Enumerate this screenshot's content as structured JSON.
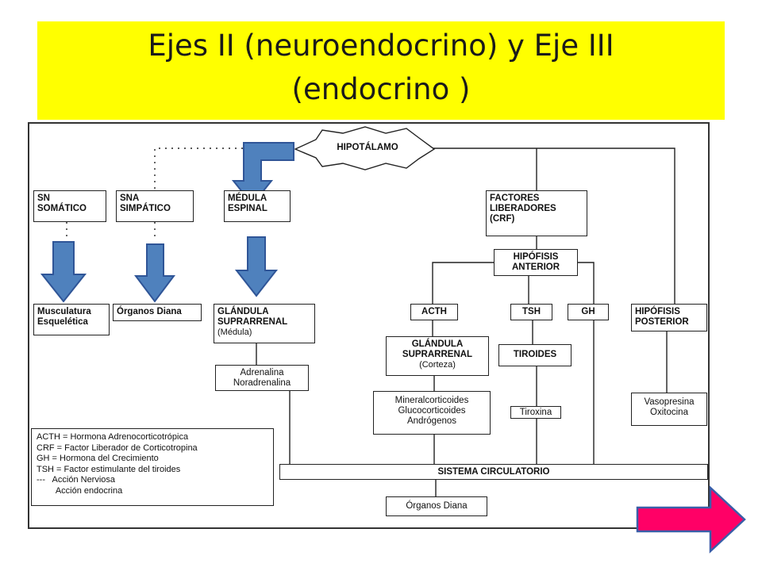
{
  "title": {
    "line1": "Ejes II (neuroendocrino) y Eje III",
    "line2": "(endocrino )"
  },
  "diagram": {
    "hipotalamo": "HIPOTÁLAMO",
    "sn_somatico": [
      "SN",
      "SOMÁTICO"
    ],
    "sna_simpatico": [
      "SNA",
      "SIMPÁTICO"
    ],
    "medula_espinal": [
      "MÉDULA",
      "ESPINAL"
    ],
    "factores_liberadores": [
      "FACTORES",
      "LIBERADORES",
      "(CRF)"
    ],
    "hipofisis_anterior": [
      "HIPÓFISIS",
      "ANTERIOR"
    ],
    "musculatura": [
      "Musculatura",
      "Esquelética"
    ],
    "organos_diana_top": "Órganos Diana",
    "glandula_medula": [
      "GLÁNDULA",
      "SUPRARRENAL",
      "(Médula)"
    ],
    "acth": "ACTH",
    "tsh": "TSH",
    "gh": "GH",
    "hipofisis_posterior": [
      "HIPÓFISIS",
      "POSTERIOR"
    ],
    "adrenalina": [
      "Adrenalina",
      "Noradrenalina"
    ],
    "glandula_corteza": [
      "GLÁNDULA",
      "SUPRARRENAL",
      "(Corteza)"
    ],
    "tiroides": "TIROIDES",
    "hormonas_corteza": [
      "Mineralcorticoides",
      "Glucocorticoides",
      "Andrógenos"
    ],
    "tiroxina": "Tiroxina",
    "vasopresina": [
      "Vasopresina",
      "Oxitocina"
    ],
    "sistema_circulatorio": "SISTEMA CIRCULATORIO",
    "organos_diana_bottom": "Órganos Diana"
  },
  "legend": [
    "ACTH = Hormona Adrenocorticotrópica",
    "CRF = Factor Liberador de Corticotropina",
    "GH = Hormona del Crecimiento",
    "TSH = Factor estimulante del tiroides",
    "---   Acción Nerviosa",
    "        Acción endocrina"
  ],
  "colors": {
    "title_band": "#ffff00",
    "arrow_blue": "#4f81bd",
    "arrow_blue_border": "#2f5597",
    "next_button": "#ff0066",
    "next_button_border": "#3a5ea8"
  },
  "icons": {
    "down_arrow": "down-arrow-icon",
    "elbow_arrow": "elbow-down-arrow-icon",
    "next": "right-arrow-icon"
  }
}
